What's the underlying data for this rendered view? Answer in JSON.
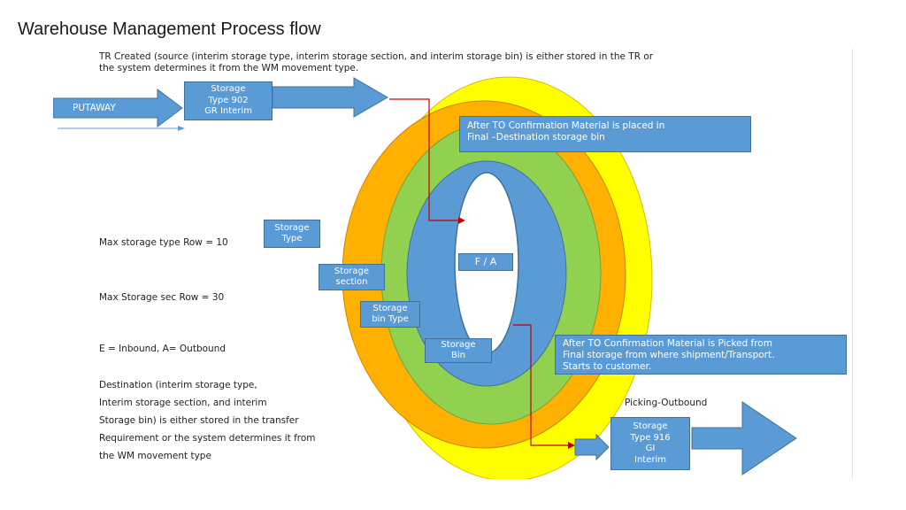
{
  "title": "Warehouse Management Process flow",
  "header_text": [
    "TR Created (source (interim storage type, interim storage section, and interim storage bin) is either stored in the TR or",
    "the system determines it from the WM movement type."
  ],
  "putaway_label": "PUTAWAY",
  "gr_box": [
    "Storage",
    "Type 902",
    "GR Interim"
  ],
  "after_to_placed": [
    "After TO Confirmation Material is placed in",
    "Final –Destination storage bin"
  ],
  "ring_labels": {
    "storage_type": [
      "Storage",
      "Type"
    ],
    "storage_section": [
      "Storage",
      "section"
    ],
    "storage_bin_type": [
      "Storage",
      "bin Type"
    ],
    "storage_bin": [
      "Storage",
      "Bin"
    ],
    "center": "F / A"
  },
  "left_notes": {
    "max_type": "Max storage type Row = 10",
    "max_sec": "Max Storage sec Row = 30",
    "inbound_outbound": "E = Inbound, A= Outbound",
    "destination": [
      "Destination (interim storage type,",
      "Interim storage section, and interim",
      "Storage bin) is either stored in the transfer",
      " Requirement or the system determines it from",
      "the WM movement type"
    ]
  },
  "after_to_picked": [
    "After TO Confirmation Material is Picked from",
    "Final storage from where shipment/Transport.",
    "Starts to customer."
  ],
  "picking_label": "Picking-Outbound",
  "gi_box": [
    "Storage",
    "Type 916",
    "GI",
    "Interim"
  ],
  "colors": {
    "yellow": "#ffff00",
    "orange": "#ffb000",
    "green": "#92d050",
    "blue": "#5b9bd5",
    "arrow_line": "#c00000"
  }
}
